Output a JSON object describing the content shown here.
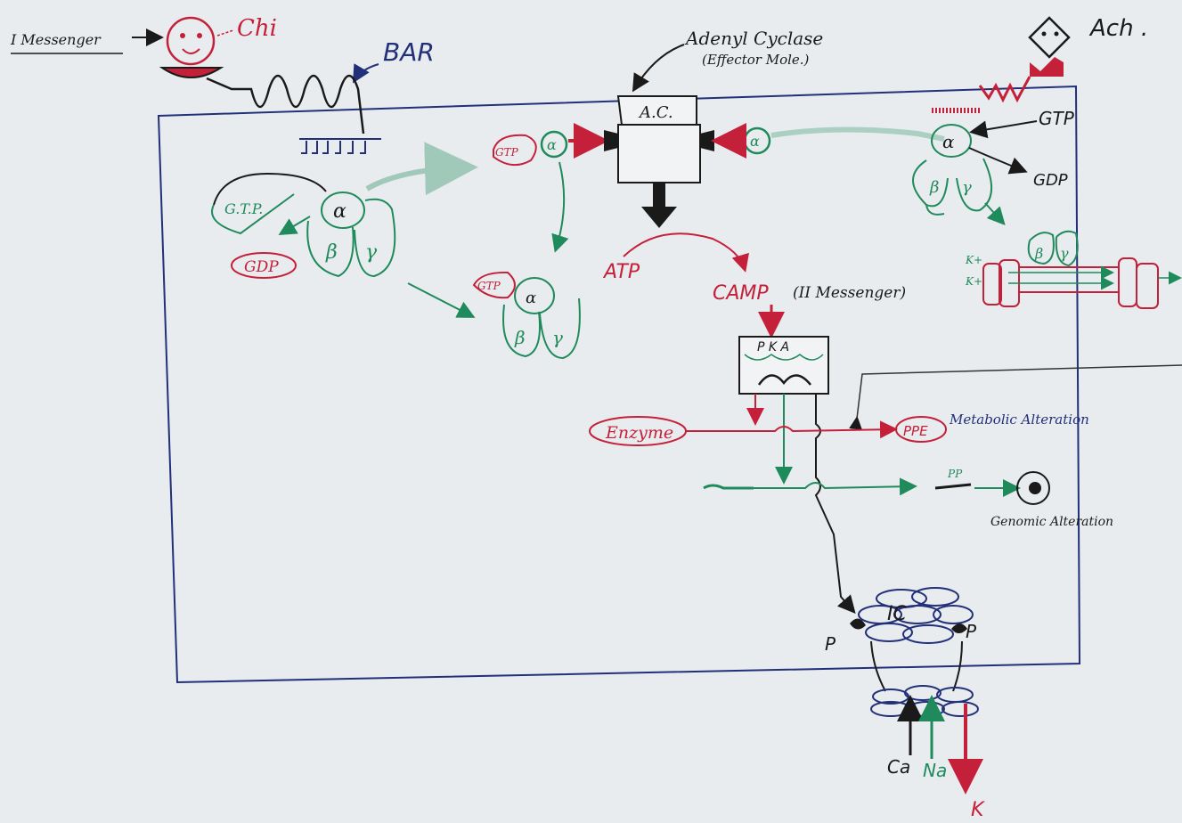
{
  "colors": {
    "paper": "#e9ecee",
    "ink_blue": "#22307a",
    "ink_black": "#1a1a1a",
    "ink_red": "#c4203a",
    "ink_green": "#1f8a5b"
  },
  "labels": {
    "first_messenger": "I Messenger",
    "chi": "Chi",
    "bar": "BAR",
    "adenyl_cyclase": "Adenyl Cyclase",
    "effector_mole": "(Effector Mole.)",
    "ach": "Ach .",
    "ac": "A.C.",
    "gtp_left": "G.T.P.",
    "alpha": "α",
    "beta": "β",
    "gamma": "γ",
    "gdp_left": "GDP",
    "gtp_small": "GTP",
    "atp": "ATP",
    "camp": "CAMP",
    "second_messenger": "(II Messenger)",
    "pka": "P K A",
    "enzyme": "Enzyme",
    "ppe": "PPE",
    "metabolic_alteration": "Metabolic Alteration",
    "pp": "PP",
    "genomic_alteration": "Genomic Alteration",
    "gtp_right": "GTP",
    "gdp_right": "GDP",
    "k_plus_1": "K+",
    "k_plus_2": "K+",
    "ic": "IC",
    "p_left": "P",
    "p_right": "P",
    "ca": "Ca",
    "na": "Na",
    "k": "K"
  }
}
